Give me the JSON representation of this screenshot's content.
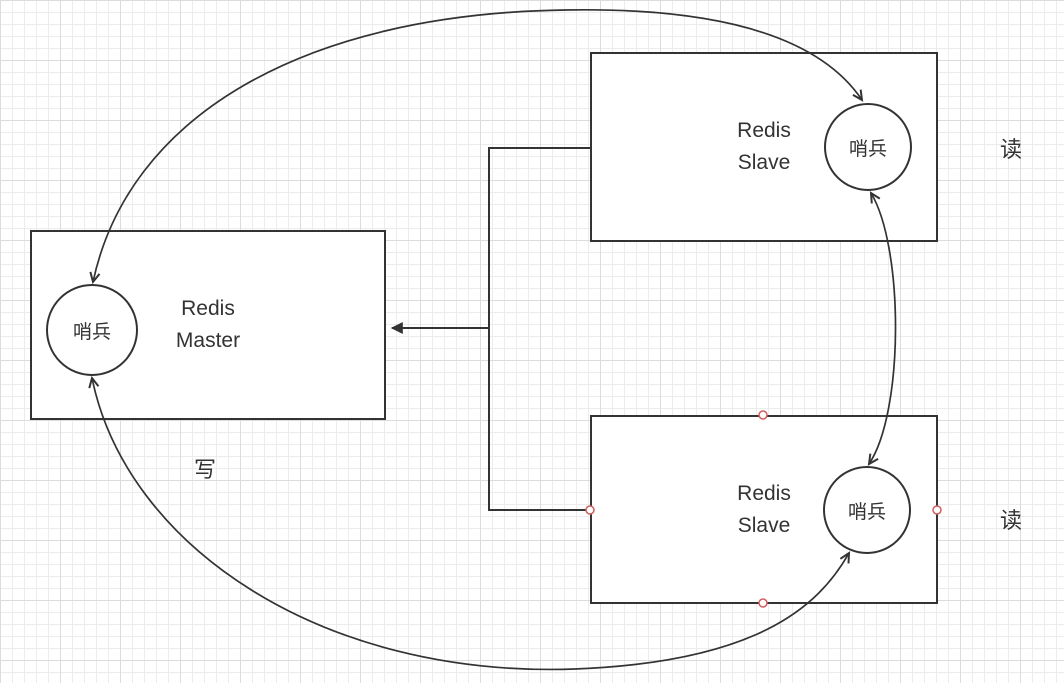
{
  "boxes": {
    "master": {
      "line1": "Redis",
      "line2": "Master",
      "sentinel_label": "哨兵"
    },
    "slave_top": {
      "line1": "Redis",
      "line2": "Slave",
      "sentinel_label": "哨兵"
    },
    "slave_bottom": {
      "line1": "Redis",
      "line2": "Slave",
      "sentinel_label": "哨兵"
    }
  },
  "labels": {
    "write": "写",
    "read_top": "读",
    "read_bottom": "读"
  },
  "colors": {
    "background": "#ffffff",
    "grid_minor": "#ececec",
    "grid_major": "#dcdcdc",
    "shape_stroke": "#333333",
    "shape_fill": "#ffffff",
    "connector": "#333333",
    "handle_stroke": "#d25f5f",
    "text": "#333333"
  }
}
